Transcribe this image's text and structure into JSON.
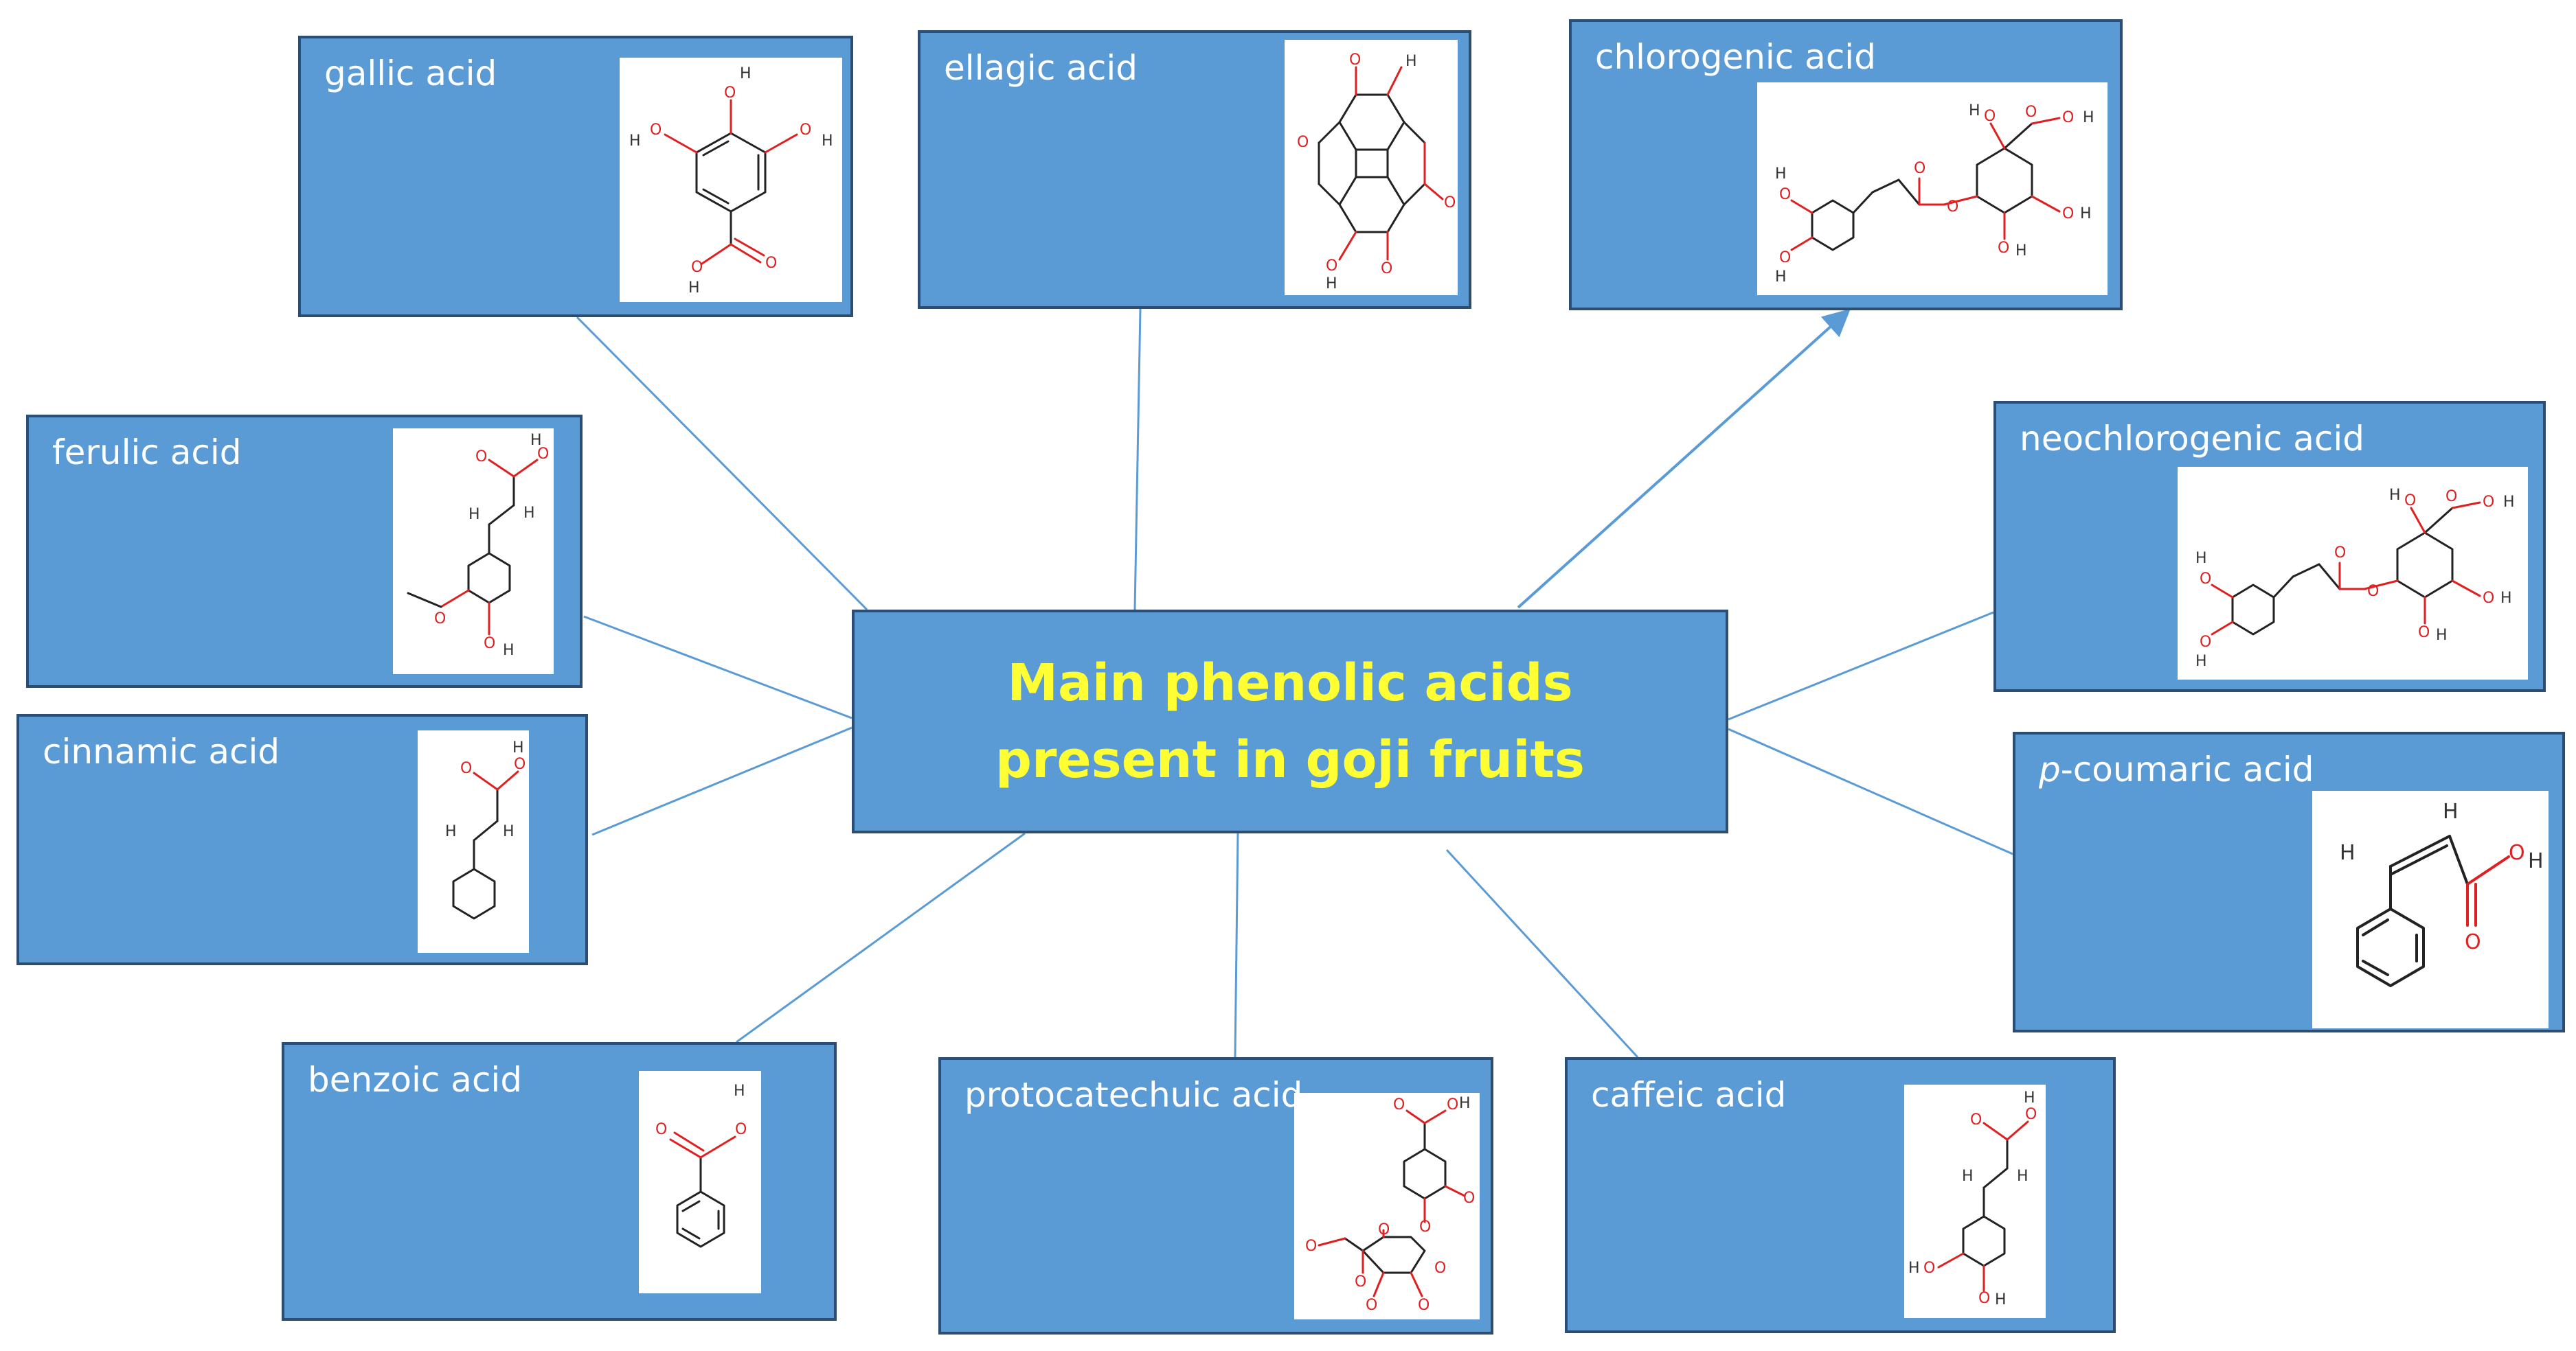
{
  "colors": {
    "box": "#5b9bd5",
    "box_border": "#2c4d74",
    "line": "#5b9bd5",
    "title": "#ffff33",
    "label": "#ffffff"
  },
  "center": {
    "line1": "Main phenolic acids",
    "line2": "present in goji fruits"
  },
  "acids": {
    "gallic": "gallic acid",
    "ellagic": "ellagic acid",
    "chlorogenic": "chlorogenic acid",
    "ferulic": "ferulic acid",
    "neochlorogenic": "neochlorogenic acid",
    "cinnamic": "cinnamic acid",
    "pcoumaric_prefix": "p",
    "pcoumaric": "-coumaric acid",
    "benzoic": "benzoic acid",
    "protocatechuic": "protocatechuic acid",
    "caffeic": "caffeic acid"
  }
}
